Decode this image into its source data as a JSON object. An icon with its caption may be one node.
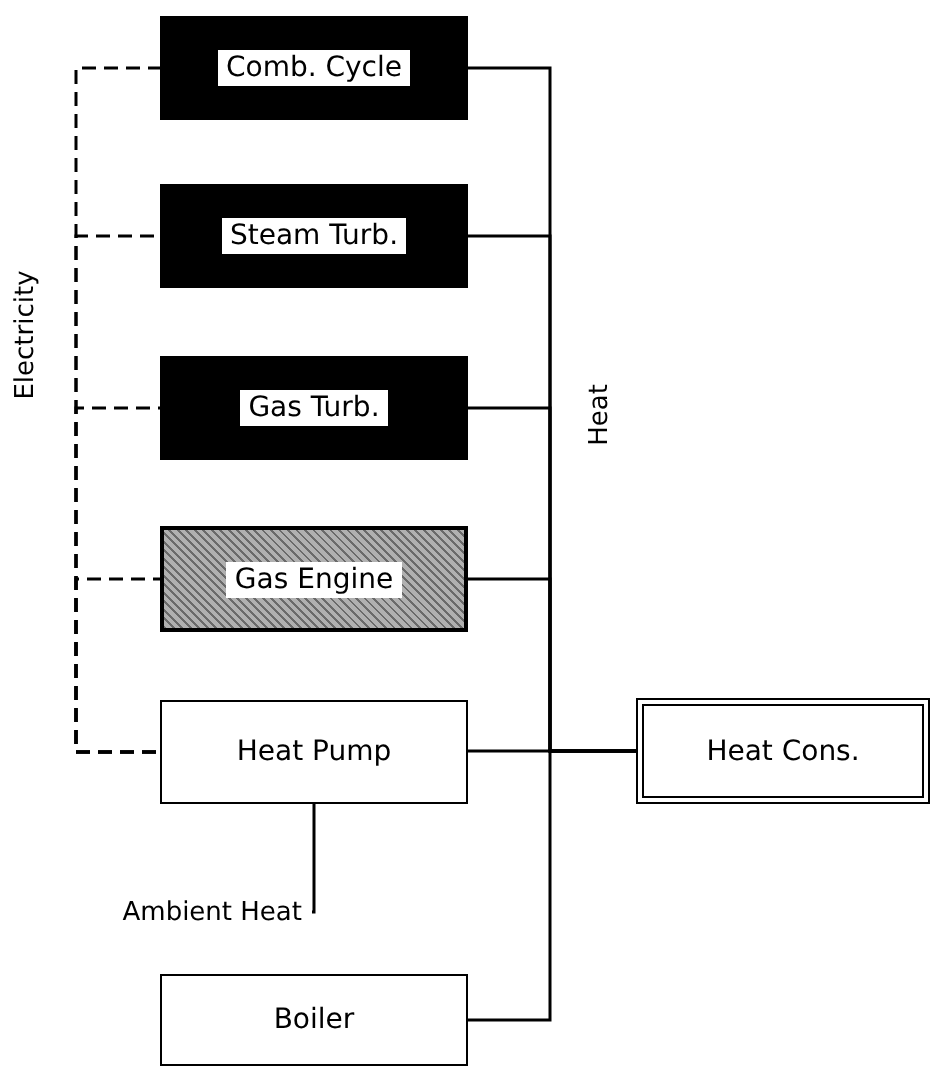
{
  "diagram": {
    "nodes": [
      {
        "text": [
          "Comb. Cycle"
        ]
      },
      {
        "text": [
          "Steam Turb."
        ]
      },
      {
        "text": [
          "Gas Turb."
        ]
      },
      {
        "text": [
          "Gas Engine"
        ]
      },
      {
        "text": [
          "Heat Pump"
        ]
      },
      {
        "text": [
          "Heat Cons."
        ]
      },
      {
        "text": [
          "Ambient Heat"
        ]
      },
      {
        "text": [
          "Boiler"
        ]
      }
    ],
    "edges": [
      {
        "from": 0,
        "to": 5,
        "arrow": "none"
      },
      {
        "from": 1,
        "to": 5,
        "arrow": "none"
      },
      {
        "from": 2,
        "to": 5,
        "arrow": "none"
      },
      {
        "from": 3,
        "to": 5,
        "arrow": "none"
      },
      {
        "from": 4,
        "to": 5,
        "arrow": "none"
      },
      {
        "from": 7,
        "to": 5,
        "arrow": "none"
      },
      {
        "from": 0,
        "to": 4,
        "arrow": "none",
        "style": "dashed"
      },
      {
        "from": 1,
        "to": 4,
        "arrow": "none",
        "style": "dashed"
      },
      {
        "from": 2,
        "to": 4,
        "arrow": "none",
        "style": "dashed"
      },
      {
        "from": 3,
        "to": 4,
        "arrow": "none",
        "style": "dashed"
      },
      {
        "from": 6,
        "to": 4,
        "arrow": "none"
      }
    ],
    "labels": [
      "Electricity",
      "Heat"
    ]
  }
}
